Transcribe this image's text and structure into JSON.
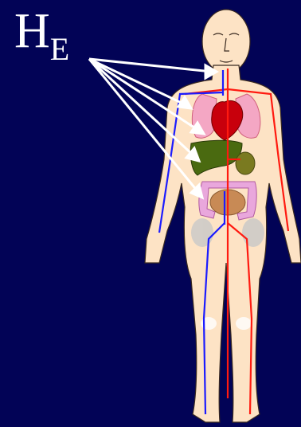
{
  "label": {
    "main": "H",
    "subscript": "E"
  },
  "colors": {
    "background": "#020356",
    "skin": "#fde3c5",
    "artery": "#ff1a10",
    "vein": "#1b1bff",
    "arrow": "#ffffff",
    "liver": "#4a6a10",
    "heart": "#c8000c",
    "lungs": "#f4a7c4",
    "colon": "#e9a7dc",
    "small_intestine": "#c88a55",
    "pelvis": "#c8c8c8"
  },
  "figure": {
    "subject": "human body",
    "pointed_organs": [
      "head",
      "lungs",
      "heart",
      "liver",
      "intestines"
    ]
  }
}
